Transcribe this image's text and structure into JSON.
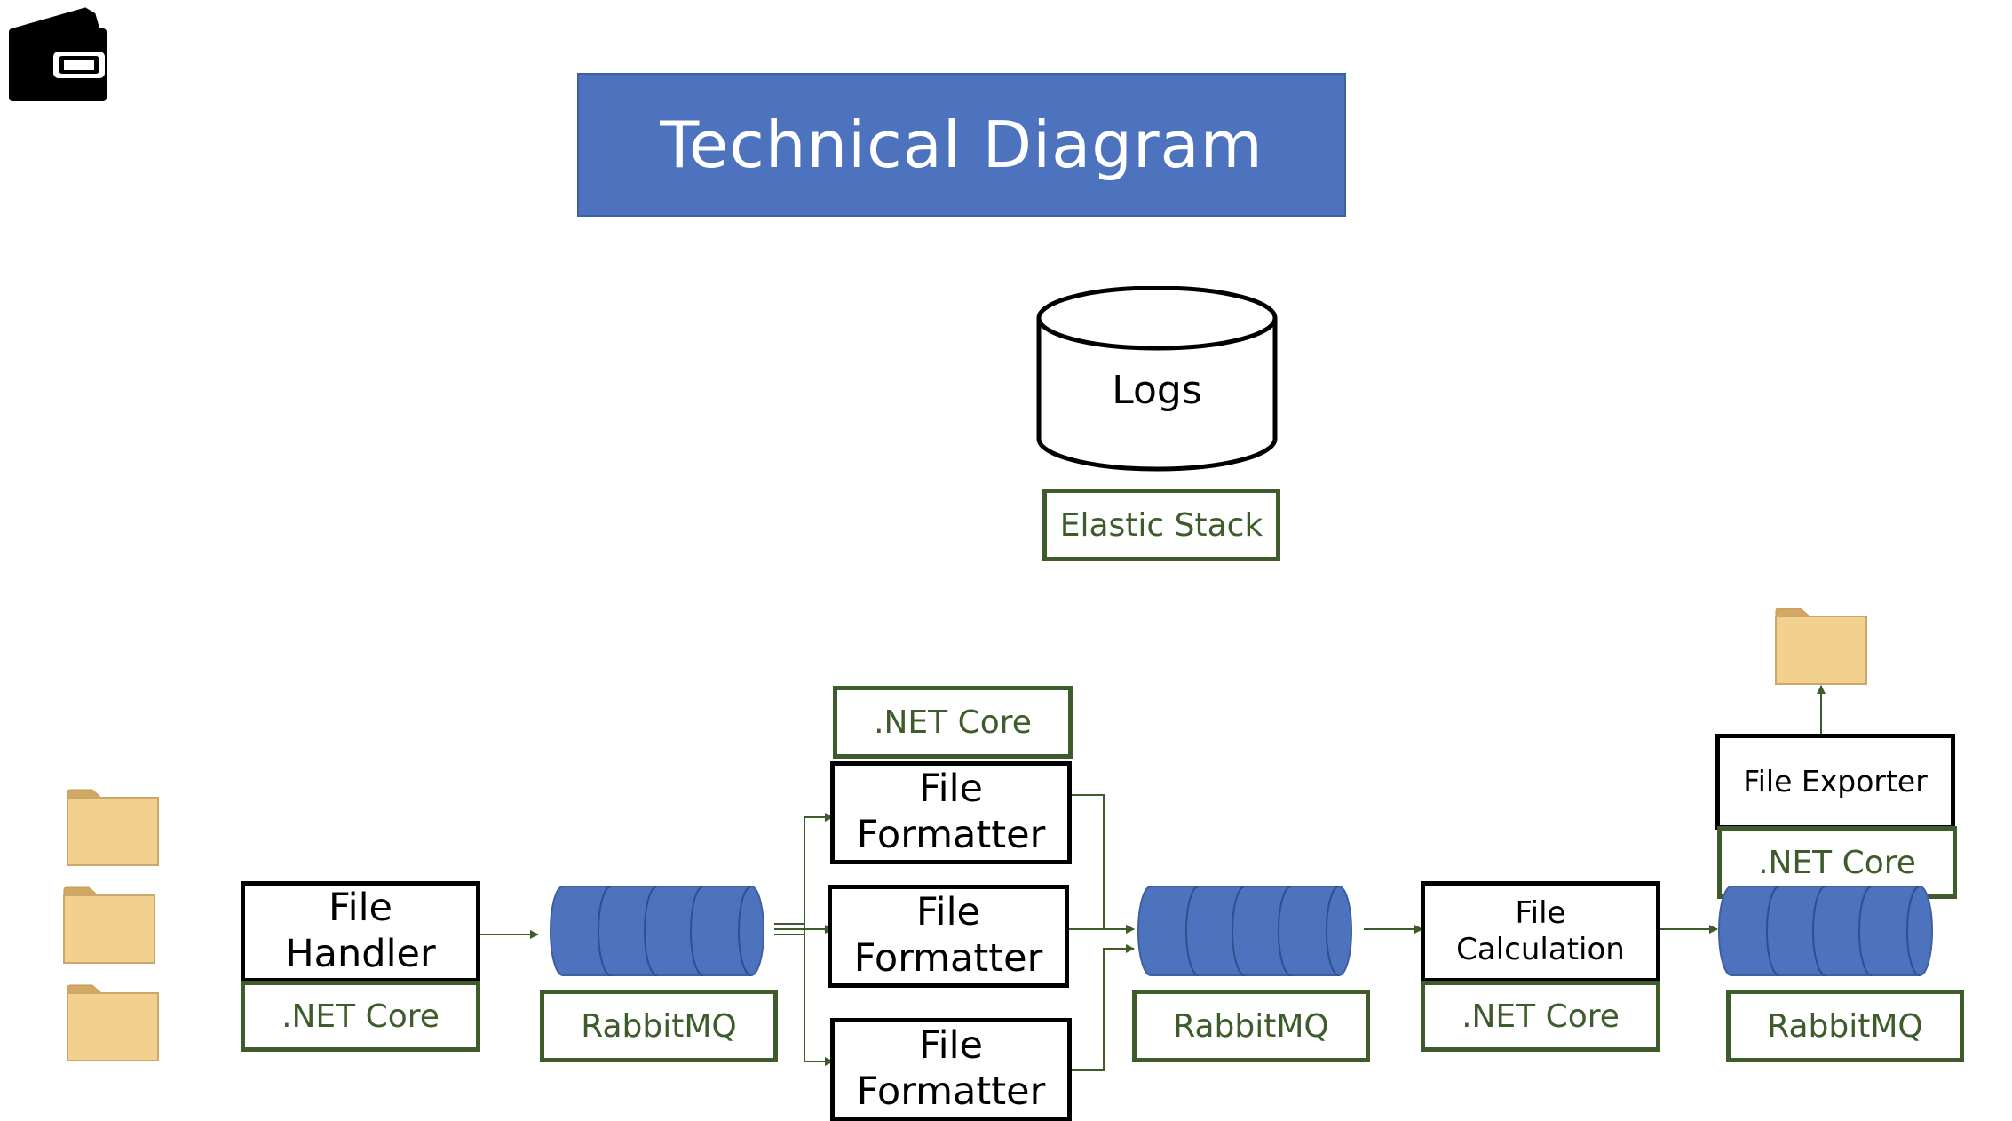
{
  "title": "Technical Diagram",
  "logs": {
    "label": "Logs",
    "tech": "Elastic Stack"
  },
  "file_handler": {
    "line1": "File",
    "line2": "Handler",
    "tech": ".NET Core"
  },
  "queue1": {
    "tech": "RabbitMQ"
  },
  "formatters": {
    "tech": ".NET Core",
    "items": [
      {
        "line1": "File",
        "line2": "Formatter"
      },
      {
        "line1": "File",
        "line2": "Formatter"
      },
      {
        "line1": "File",
        "line2": "Formatter"
      }
    ]
  },
  "queue2": {
    "tech": "RabbitMQ"
  },
  "file_calculation": {
    "line1": "File",
    "line2": "Calculation",
    "tech": ".NET Core"
  },
  "queue3": {
    "tech": "RabbitMQ"
  },
  "file_exporter": {
    "label": "File Exporter",
    "tech": ".NET Core"
  },
  "icons": {
    "wallet": "wallet-icon",
    "folder": "folder-icon",
    "queue": "queue-cylinder-icon",
    "database": "database-cylinder-icon"
  },
  "colors": {
    "banner": "#4e73be",
    "tech_border": "#3d5b2b",
    "queue_fill": "#4e73be",
    "folder_fill": "#f2d08e",
    "arrow": "#3d5b2b"
  }
}
